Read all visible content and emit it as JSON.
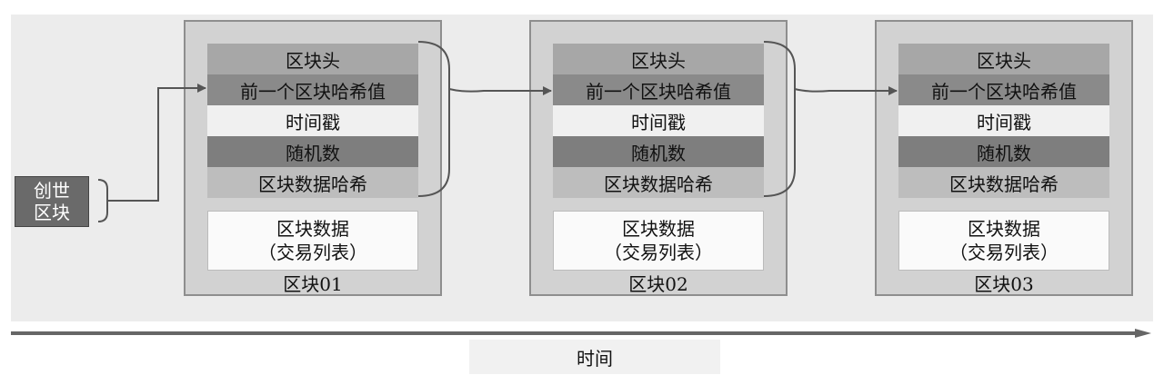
{
  "genesis": {
    "line1": "创世",
    "line2": "区块"
  },
  "header_rows": [
    "区块头",
    "前一个区块哈希值",
    "时间戳",
    "随机数",
    "区块数据哈希"
  ],
  "blocks": [
    {
      "label": "区块01"
    },
    {
      "label": "区块02"
    },
    {
      "label": "区块03"
    }
  ],
  "block_data": {
    "line1": "区块数据",
    "line2": "（交易列表）"
  },
  "timeline": {
    "label": "时间"
  },
  "colors": {
    "arrow": "#555555",
    "frame": "#d2d2d2"
  }
}
